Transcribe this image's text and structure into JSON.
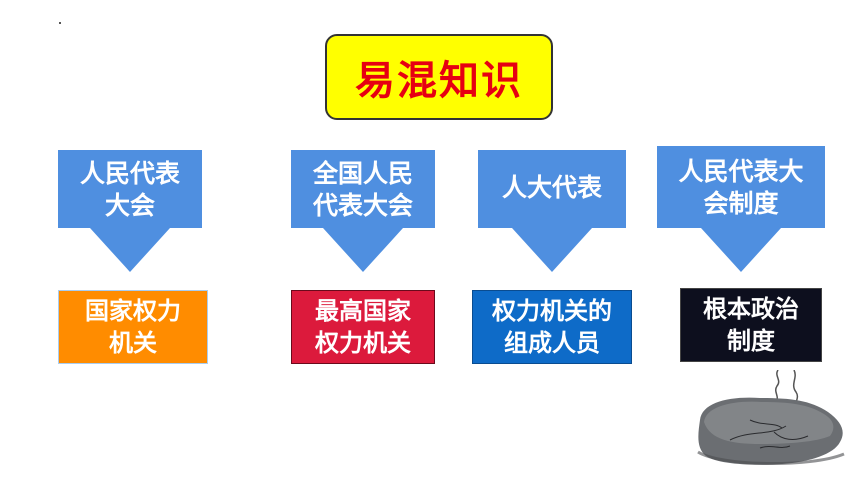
{
  "title": "易混知识",
  "colors": {
    "arrow": "#4f8fe0",
    "title_bg": "#ffff00",
    "title_text": "#e60012",
    "box1": "#ff8c00",
    "box2": "#dc1a3c",
    "box3": "#0e6bc8",
    "box4": "#0d0f1e"
  },
  "columns": [
    {
      "term": "人民代表\n大会",
      "meaning": "国家权力\n机关"
    },
    {
      "term": "全国人民\n代表大会",
      "meaning": "最高国家\n权力机关"
    },
    {
      "term": "人大代表",
      "meaning": "权力机关的\n组成人员"
    },
    {
      "term": "人民代表大\n会制度",
      "meaning": "根本政治\n制度"
    }
  ]
}
